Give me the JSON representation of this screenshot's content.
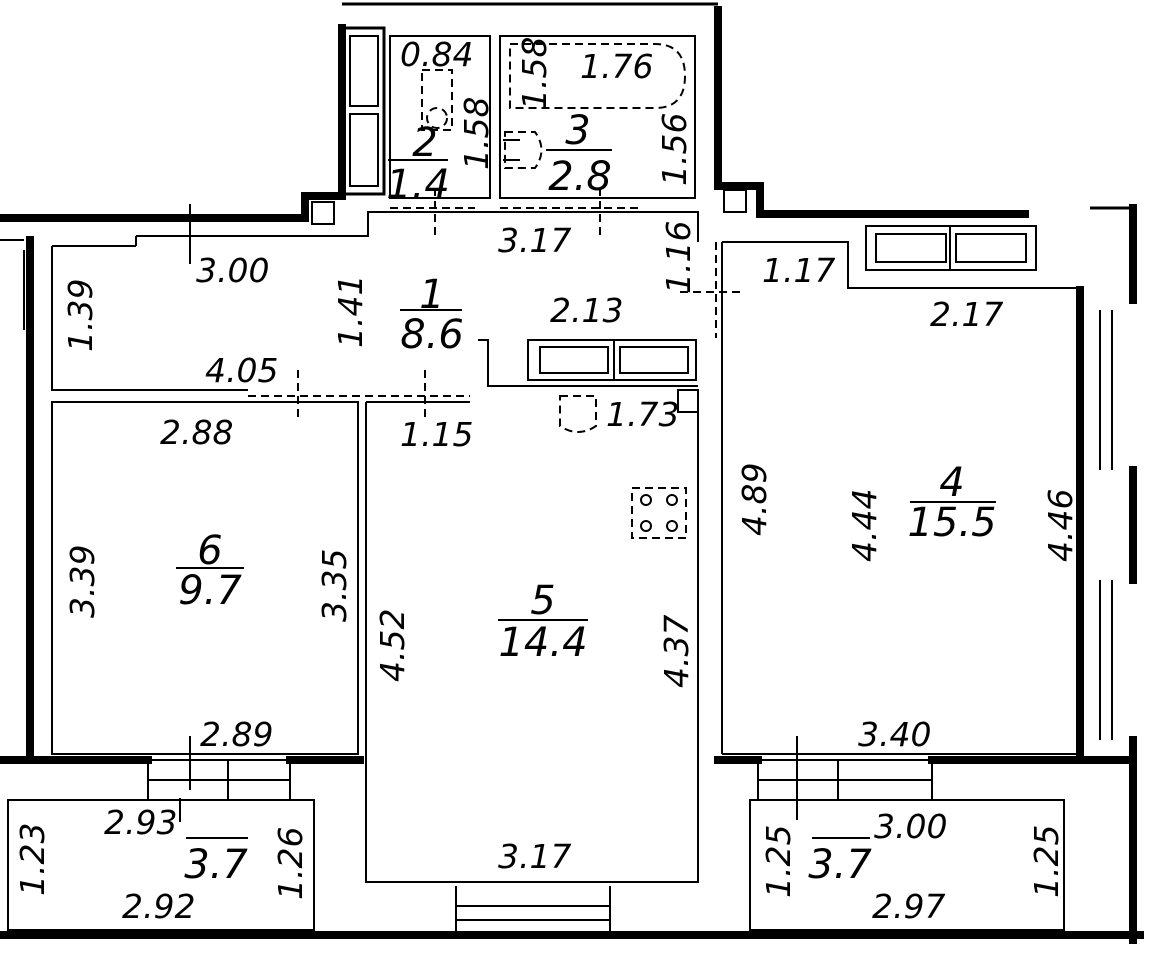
{
  "rooms": [
    {
      "number": "1",
      "area": "8.6"
    },
    {
      "number": "2",
      "area": "1.4"
    },
    {
      "number": "3",
      "area": "2.8"
    },
    {
      "number": "4",
      "area": "15.5"
    },
    {
      "number": "5",
      "area": "14.4"
    },
    {
      "number": "6",
      "area": "9.7"
    },
    {
      "number": "",
      "area": "3.7"
    },
    {
      "number": "",
      "area": "3.7"
    }
  ],
  "dimensions": {
    "d084": "0.84",
    "d158a": "1.58",
    "d158b": "1.58",
    "d176": "1.76",
    "d156": "1.56",
    "d300a": "3.00",
    "d317a": "3.17",
    "d116": "1.16",
    "d117": "1.17",
    "d139": "1.39",
    "d141": "1.41",
    "d213": "2.13",
    "d217": "2.17",
    "d405": "4.05",
    "d288": "2.88",
    "d115": "1.15",
    "d173": "1.73",
    "d489": "4.89",
    "d444": "4.44",
    "d446": "4.46",
    "d339": "3.39",
    "d335": "3.35",
    "d452": "4.52",
    "d437": "4.37",
    "d289": "2.89",
    "d340": "3.40",
    "d293": "2.93",
    "d123": "1.23",
    "d126": "1.26",
    "d292": "2.92",
    "d317b": "3.17",
    "d300b": "3.00",
    "d125a": "1.25",
    "d125b": "1.25",
    "d297": "2.97"
  }
}
